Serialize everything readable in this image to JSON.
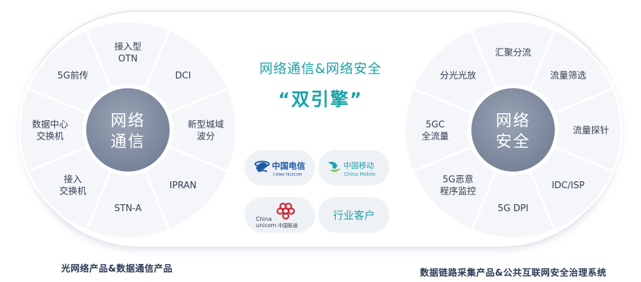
{
  "center": {
    "title": "网络通信&网络安全",
    "subtitle": "“双引擎”"
  },
  "left_wheel": {
    "hub_lines": [
      "网络",
      "通信"
    ],
    "segments": [
      {
        "lines": [
          "接入型",
          "OTN"
        ]
      },
      {
        "lines": [
          "DCI"
        ]
      },
      {
        "lines": [
          "新型城域",
          "波分"
        ]
      },
      {
        "lines": [
          "IPRAN"
        ]
      },
      {
        "lines": [
          "STN-A"
        ]
      },
      {
        "lines": [
          "接入",
          "交换机"
        ]
      },
      {
        "lines": [
          "数据中心",
          "交换机"
        ]
      },
      {
        "lines": [
          "5G前传"
        ]
      }
    ],
    "caption": "光网络产品&数据通信产品"
  },
  "right_wheel": {
    "hub_lines": [
      "网络",
      "安全"
    ],
    "segments": [
      {
        "lines": [
          "汇聚分流"
        ]
      },
      {
        "lines": [
          "流量筛选"
        ]
      },
      {
        "lines": [
          "流量探针"
        ]
      },
      {
        "lines": [
          "IDC/ISP"
        ]
      },
      {
        "lines": [
          "5G DPI"
        ]
      },
      {
        "lines": [
          "5G恶意",
          "程序监控"
        ]
      },
      {
        "lines": [
          "5GC",
          "全流量"
        ]
      },
      {
        "lines": [
          "分光光放"
        ]
      }
    ],
    "caption": "数据链路采集产品&公共互联网安全治理系统"
  },
  "customers": {
    "telecom": {
      "logo_text": "中国电信",
      "logo_sub": "CHINA TELECOM"
    },
    "mobile": {
      "logo_text": "中国移动",
      "logo_sub": "China Mobile"
    },
    "unicom": {
      "logo_en1": "China",
      "logo_en2": "unicom",
      "logo_cn": "中国联通"
    },
    "industry": {
      "label": "行业客户"
    }
  },
  "colors": {
    "title": "#1aa3a8",
    "subtitle": "#1aa3a8",
    "hub": "#7f8a9e",
    "hub_text": "#ffffff",
    "segment_fill": "#f4f6f9",
    "segment_border": "#ffffff",
    "segment_text": "#333f52",
    "capsule_border": "#e4e8ee",
    "tile": "#eef1f5",
    "telecom_blue": "#1f5aa6",
    "mobile_teal": "#1aa3b4",
    "unicom_red": "#d1232a"
  }
}
